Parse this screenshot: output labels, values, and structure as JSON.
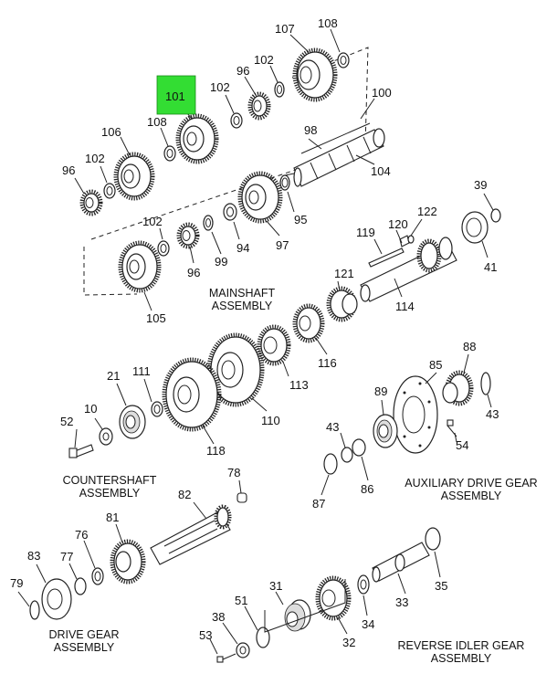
{
  "highlight": {
    "part": "101",
    "color": "#33dd33"
  },
  "assemblies": {
    "mainshaft": [
      "MAINSHAFT",
      "ASSEMBLY"
    ],
    "countershaft": [
      "COUNTERSHAFT",
      "ASSEMBLY"
    ],
    "auxiliary": [
      "AUXILIARY DRIVE GEAR",
      "ASSEMBLY"
    ],
    "drive_gear": [
      "DRIVE GEAR",
      "ASSEMBLY"
    ],
    "reverse_idler": [
      "REVERSE IDLER GEAR",
      "ASSEMBLY"
    ]
  },
  "parts": {
    "p107": "107",
    "p108a": "108",
    "p96a": "96",
    "p102a": "102",
    "p101": "101",
    "p102b": "102",
    "p100": "100",
    "p108b": "108",
    "p106": "106",
    "p98": "98",
    "p102c": "102",
    "p96b": "96",
    "p104": "104",
    "p95": "95",
    "p102d": "102",
    "p97": "97",
    "p96c": "96",
    "p99": "99",
    "p94": "94",
    "p105": "105",
    "p39": "39",
    "p119": "119",
    "p120": "120",
    "p122": "122",
    "p41": "41",
    "p121": "121",
    "p114": "114",
    "p116": "116",
    "p113": "113",
    "p110": "110",
    "p21": "21",
    "p111": "111",
    "p10": "10",
    "p52": "52",
    "p118": "118",
    "p88": "88",
    "p85": "85",
    "p89": "89",
    "p43a": "43",
    "p43b": "43",
    "p54": "54",
    "p86": "86",
    "p87": "87",
    "p78": "78",
    "p82": "82",
    "p81": "81",
    "p76": "76",
    "p83": "83",
    "p77": "77",
    "p79": "79",
    "p31": "31",
    "p51": "51",
    "p38": "38",
    "p53": "53",
    "p32": "32",
    "p34": "34",
    "p33": "33",
    "p35": "35"
  }
}
